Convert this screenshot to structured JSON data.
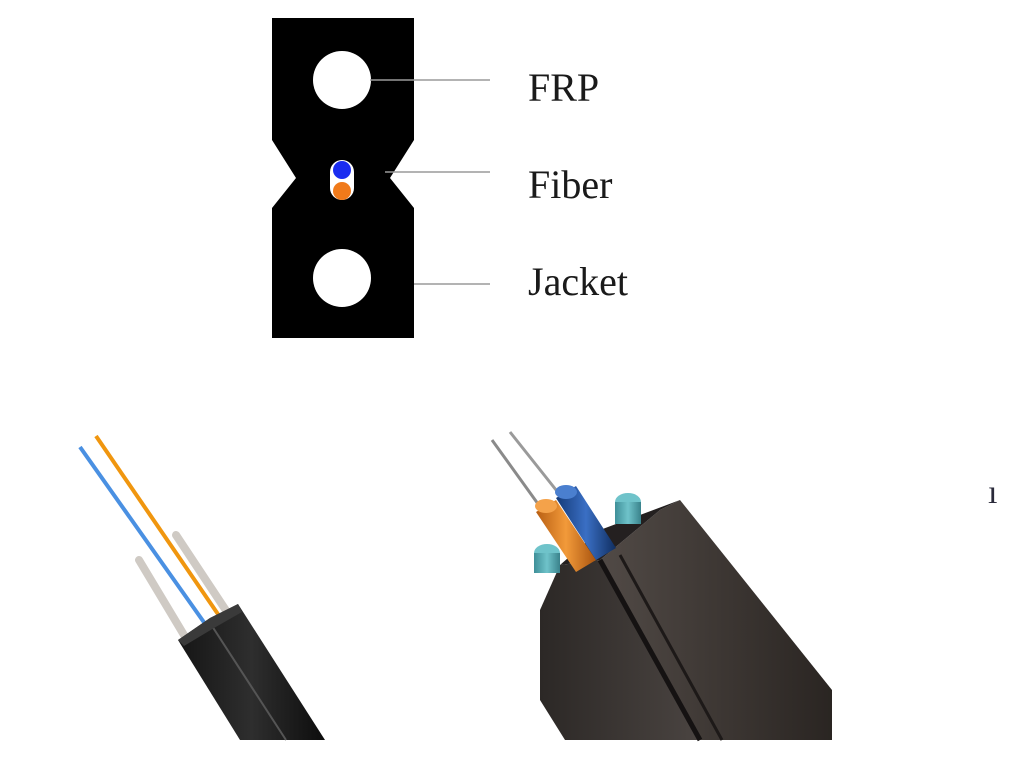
{
  "diagram": {
    "labels": {
      "frp": "FRP",
      "fiber": "Fiber",
      "jacket": "Jacket"
    },
    "stray_text": "ı",
    "colors": {
      "jacket": "#000000",
      "frp_rod": "#ffffff",
      "fiber_blue": "#1a2cf0",
      "fiber_orange": "#f07a1a",
      "leader_line": "#9a9a9a",
      "photo_fiber_blue": "#4a90e2",
      "photo_fiber_orange": "#f0960f",
      "photo_rod": "#d8d4cf",
      "render_jacket": "#3e3936",
      "render_tube_orange": "#e07a1e",
      "render_tube_blue": "#1f4f9a",
      "render_frp": "#58aeb6"
    }
  }
}
